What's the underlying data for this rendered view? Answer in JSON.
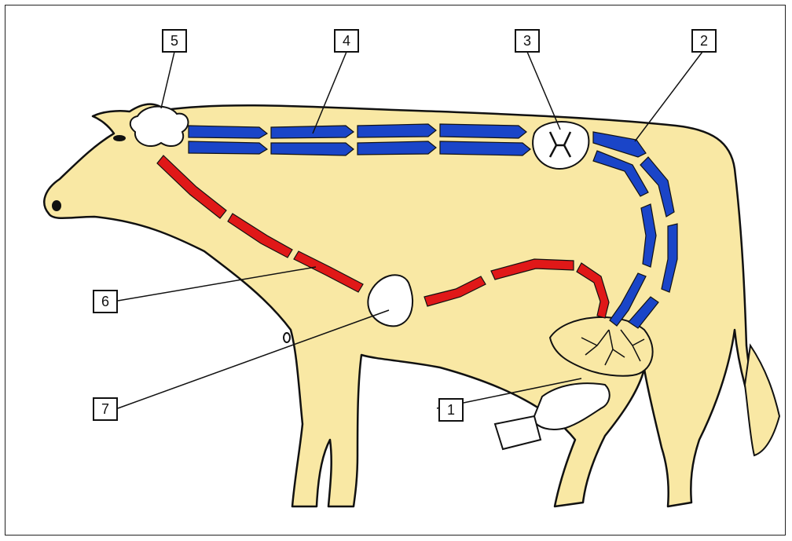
{
  "labels": {
    "l1": "1",
    "l2": "2",
    "l3": "3",
    "l4": "4",
    "l5": "5",
    "l6": "6",
    "l7": "7"
  },
  "colors": {
    "body_fill": "#f9e8a4",
    "outline": "#111111",
    "afferent_pathway": "#1a45c8",
    "efferent_pathway": "#e01818",
    "organ_fill": "#ffffff"
  }
}
